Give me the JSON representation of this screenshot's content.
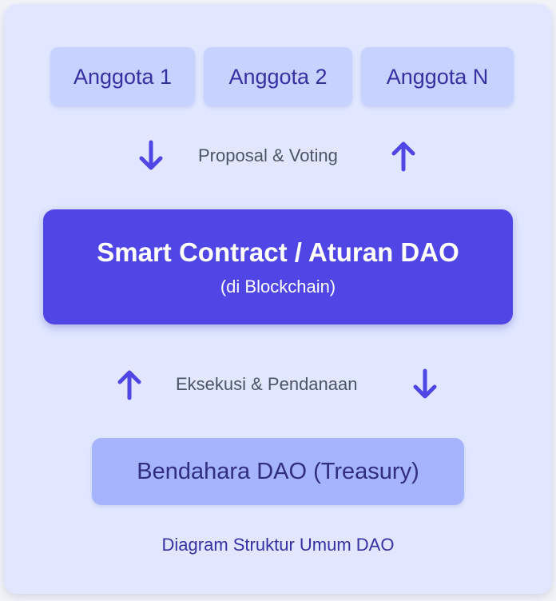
{
  "members": [
    {
      "label": "Anggota 1"
    },
    {
      "label": "Anggota 2"
    },
    {
      "label": "Anggota N"
    }
  ],
  "top_flow": {
    "label": "Proposal & Voting",
    "left_arrow": "arrow-down-icon",
    "right_arrow": "arrow-up-icon"
  },
  "contract": {
    "title": "Smart Contract / Aturan DAO",
    "subtitle": "(di Blockchain)"
  },
  "bottom_flow": {
    "label": "Eksekusi & Pendanaan",
    "left_arrow": "arrow-up-icon",
    "right_arrow": "arrow-down-icon"
  },
  "treasury": {
    "label": "Bendahara DAO (Treasury)"
  },
  "caption": "Diagram Struktur Umum DAO",
  "colors": {
    "card_background": "#e0e7ff",
    "member_fill": "#c7d2fe",
    "member_text": "#3730a3",
    "contract_fill": "#4f46e5",
    "treasury_fill": "#a5b4fc",
    "arrow": "#4f46e5",
    "flow_label": "#4b5563"
  }
}
